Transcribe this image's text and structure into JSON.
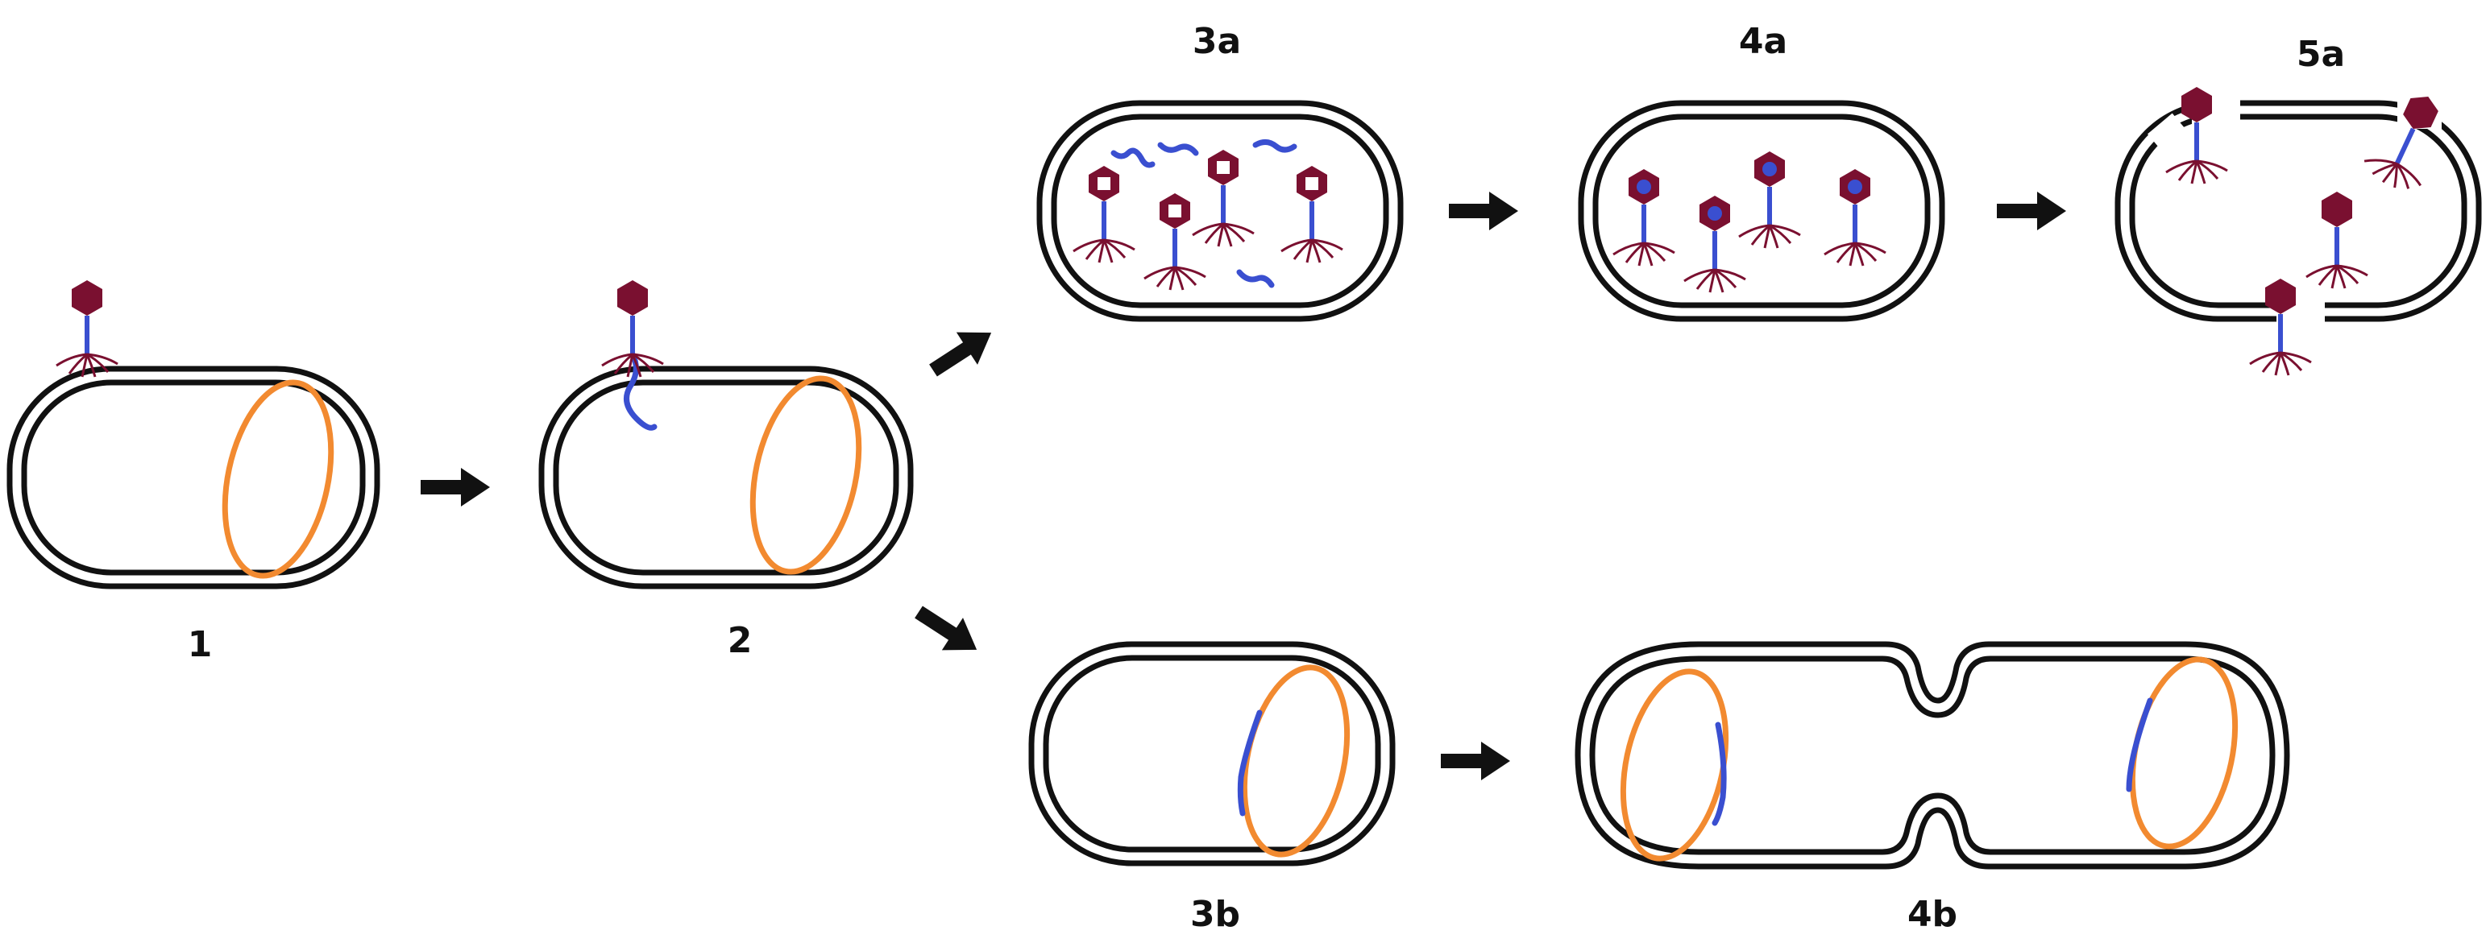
{
  "labels": {
    "step1": "1",
    "step2": "2",
    "step3a": "3a",
    "step4a": "4a",
    "step5a": "5a",
    "step3b": "3b",
    "step4b": "4b"
  },
  "icons": {
    "phage": "bacteriophage-icon",
    "arrow": "arrow-right-icon"
  },
  "colors": {
    "cell_wall": "#111111",
    "host_dna": "#f28a30",
    "phage_dna": "#3a4fd0",
    "phage_head": "#7a1030",
    "phage_tail": "#3a4fd0",
    "phage_fibers": "#7a1030"
  }
}
